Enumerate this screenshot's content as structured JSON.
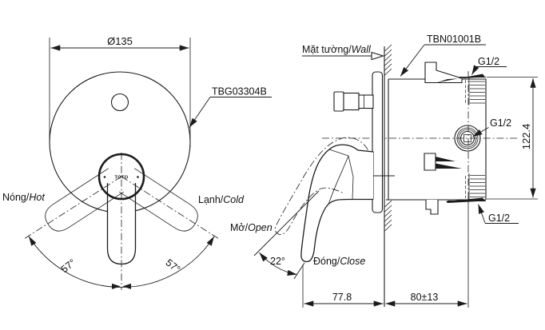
{
  "drawing": {
    "front": {
      "part_number": "TBG03304B",
      "diameter": "Ø135",
      "logo": "TOTO",
      "hot": {
        "vi": "Nóng/",
        "en": "Hot"
      },
      "cold": {
        "vi": "Lạnh/",
        "en": "Cold"
      },
      "angle_hot": "57°",
      "angle_cold": "57°"
    },
    "side": {
      "part_number": "TBN01001B",
      "wall": {
        "vi": "Mặt tường/",
        "en": "Wall"
      },
      "open": {
        "vi": "Mở/",
        "en": "Open"
      },
      "close": {
        "vi": "Đóng/",
        "en": "Close"
      },
      "open_angle": "22°",
      "thread_top": "G1/2",
      "thread_back": "G1/2",
      "thread_bottom": "G1/2",
      "height": "122.4",
      "handle_projection": "77.8",
      "embed_depth": "80±13"
    },
    "colors": {
      "line": "#1c1c1c",
      "background": "#ffffff"
    }
  }
}
